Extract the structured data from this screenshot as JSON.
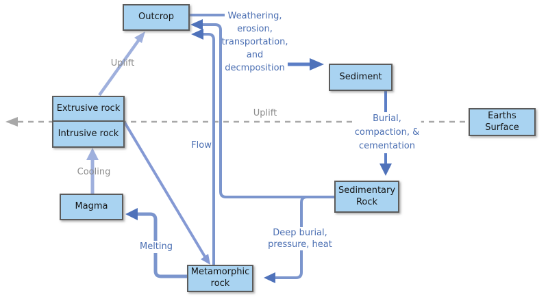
{
  "diagram_title": "Rock cycle flow diagram",
  "colors": {
    "background": "#ffffff",
    "box_fill": "#a9d3f1",
    "box_border": "#5b5b5b",
    "box_text": "#141414",
    "arrow_light": "#9fb0dd",
    "arrow_mid": "#8499d4",
    "arrow_main": "#7b95cd",
    "arrow_dark": "#5b7ec6",
    "arrowhead": "#4f72ba",
    "text_blue": "#4a6eb2",
    "text_gray": "#8c8c8c",
    "dashed_gray": "#a8a8a8"
  },
  "nodes": {
    "outcrop": {
      "label": "Outcrop"
    },
    "sediment": {
      "label": "Sediment"
    },
    "earths_surface": {
      "label": "Earths\nSurface"
    },
    "extrusive_rock": {
      "label": "Extrusive rock"
    },
    "intrusive_rock": {
      "label": "Intrusive rock"
    },
    "magma": {
      "label": "Magma"
    },
    "sedimentary_rock": {
      "label": "Sedimentary\nRock"
    },
    "metamorphic_rock": {
      "label": "Metamorphic\nrock"
    }
  },
  "labels": {
    "weathering": "Weathering,\nerosion,\ntransportation,\nand\ndecmposition",
    "uplift_left": "Uplift",
    "uplift_mid": "Uplift",
    "cooling": "Cooling",
    "flow": "Flow",
    "melting": "Melting",
    "burial": "Burial,\ncompaction, &\ncementation",
    "deep_burial": "Deep burial,\npressure, heat"
  }
}
